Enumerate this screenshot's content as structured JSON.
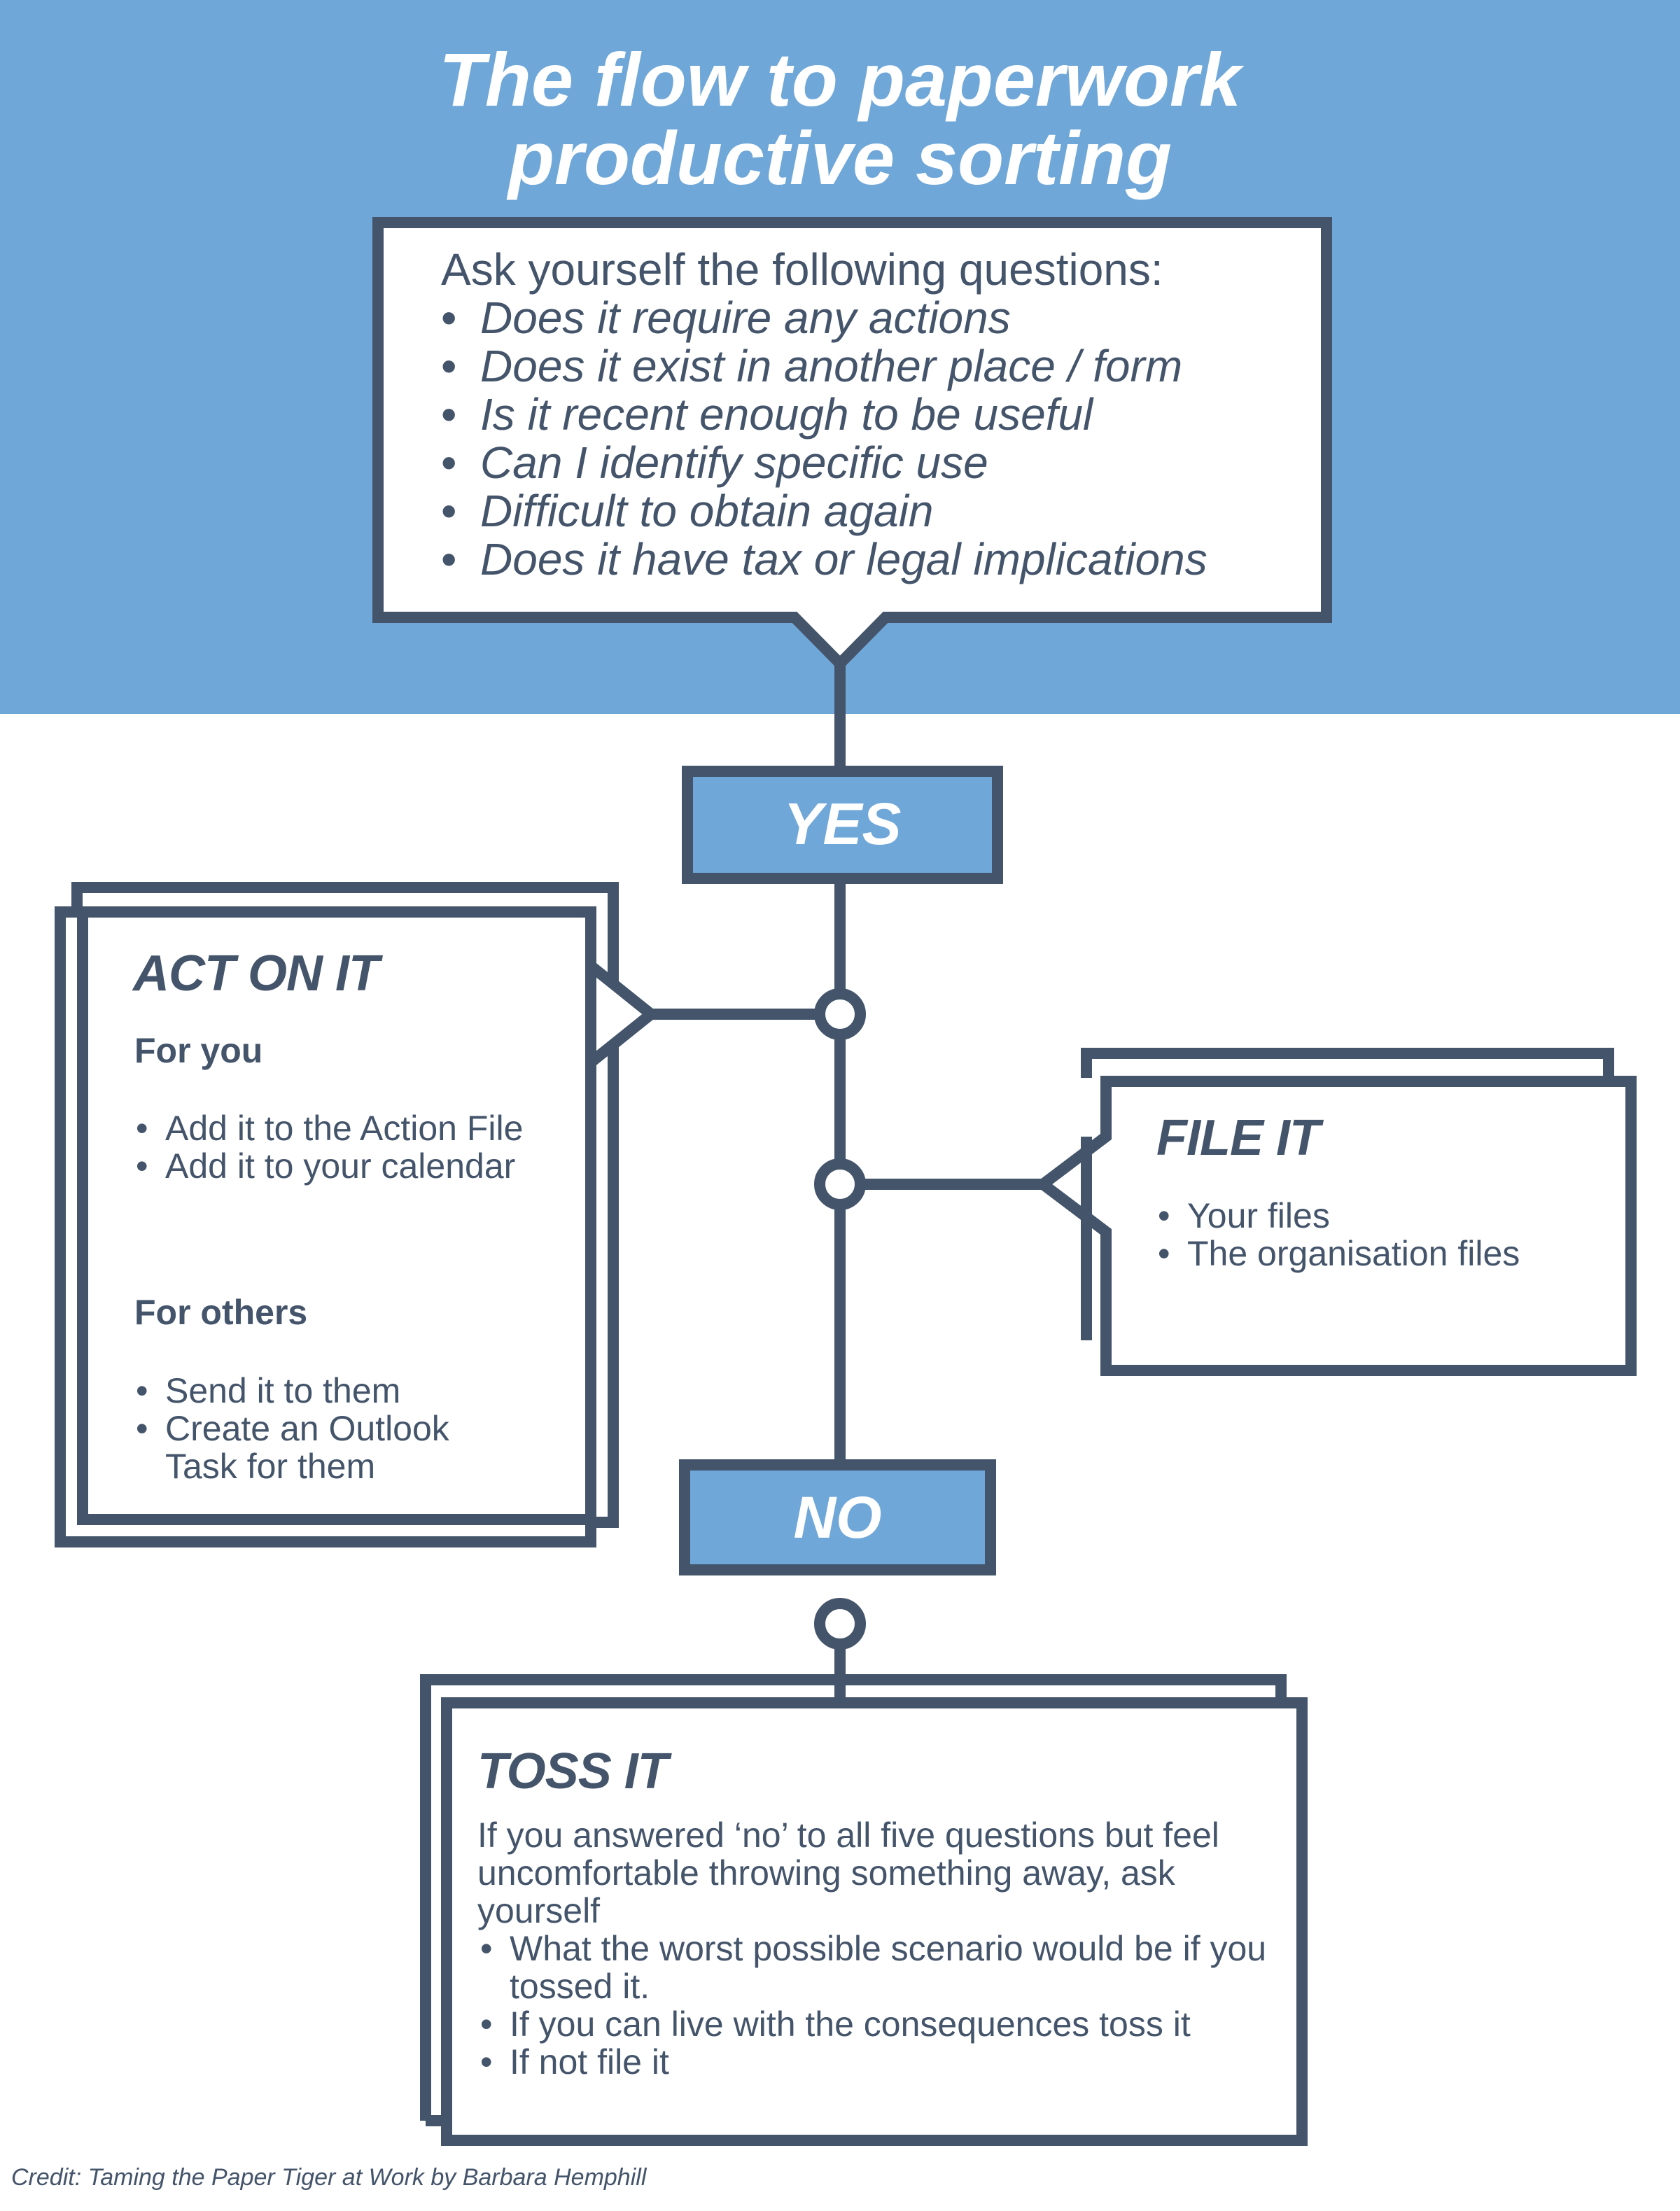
{
  "title": {
    "line1": "The flow to paperwork",
    "line2": "productive sorting"
  },
  "questions": {
    "heading": "Ask yourself the following questions:",
    "items": [
      "Does it require any actions",
      "Does it exist in another place / form",
      "Is it recent enough to be useful",
      "Can I identify specific use",
      "Difficult to obtain again",
      "Does it have tax or legal implications"
    ]
  },
  "yes_label": "YES",
  "no_label": "NO",
  "act_on_it": {
    "heading": "ACT ON IT",
    "for_you": "For you",
    "for_you_items": [
      "Add it to the Action File",
      "Add it to your calendar"
    ],
    "for_others": "For others",
    "for_others_items": [
      "Send it to them",
      "Create an Outlook Task for them"
    ]
  },
  "file_it": {
    "heading": "FILE IT",
    "items": [
      "Your files",
      "The organisation files"
    ]
  },
  "toss_it": {
    "heading": "TOSS IT",
    "intro": "If you answered ‘no’ to all five questions but feel uncomfortable throwing something away, ask yourself",
    "items": [
      "What the worst possible scenario would be if you tossed it.",
      "If you can live with the consequences toss it",
      "If not file it"
    ]
  },
  "credit": "Credit: Taming the Paper Tiger at Work by Barbara Hemphill",
  "colors": {
    "band": "#6fa7d9",
    "stroke": "#44546a",
    "label_fill": "#6fa7d9",
    "text": "#44546a"
  }
}
